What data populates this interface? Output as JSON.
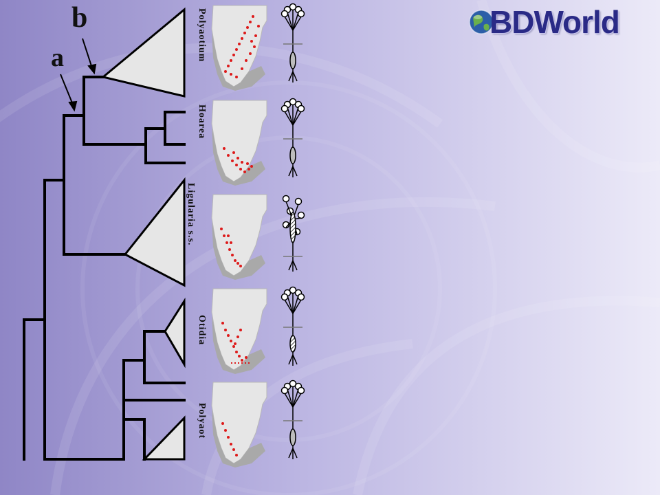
{
  "slide": {
    "colors": {
      "bg_left": "#8f86c6",
      "bg_mid": "#bbb5e2",
      "bg_right": "#eceaf8",
      "line": "#000000",
      "map_land": "#e6e6e6",
      "map_shade": "#a9a9a9",
      "dots": "#dd1a1a",
      "triangle": "#e6e6e6",
      "logo_text": "#2a2a86"
    }
  },
  "logo": {
    "text": "BDWorld",
    "icon": "globe-icon"
  },
  "tree": {
    "node_labels": {
      "a": "a",
      "b": "b"
    },
    "clades": [
      {
        "label": "Polyaotium"
      },
      {
        "label": "Hoarea"
      },
      {
        "label": "Ligularia s.s."
      },
      {
        "label": "Otidia"
      },
      {
        "label": "Polyaot"
      }
    ]
  }
}
